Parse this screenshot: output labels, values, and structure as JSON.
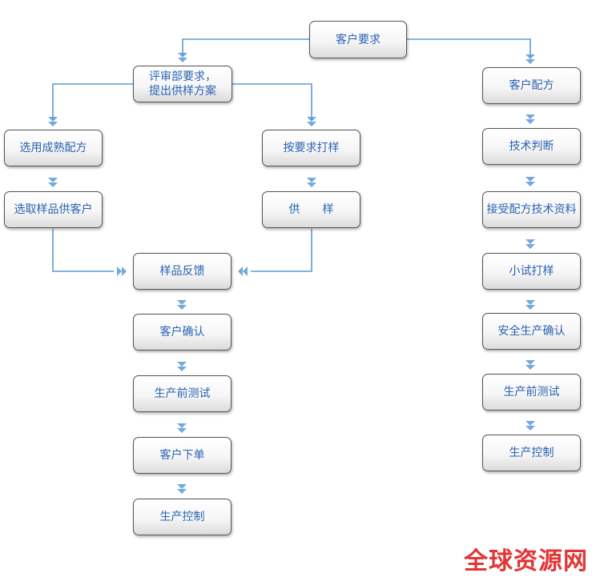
{
  "nodes": {
    "start": "客户要求",
    "review": "评审部要求，\n提出供样方案",
    "select_mature": "选用成熟配方",
    "pick_sample": "选取样品供客户",
    "make_sample": "按要求打样",
    "supply_sample": "供　　样",
    "feedback": "样品反馈",
    "confirm": "客户确认",
    "prod_test_left": "生产前测试",
    "order": "客户下单",
    "control_left": "生产控制",
    "customer_formula": "客户配方",
    "tech_judge": "技术判断",
    "accept_data": "接受配方技术资料",
    "trial": "小试打样",
    "safety_confirm": "安全生产确认",
    "prod_test_right": "生产前测试",
    "control_right": "生产控制"
  },
  "watermark": "全球资源网",
  "colors": {
    "line": "#5b9bd5",
    "text": "#2a62b3",
    "watermark": "#e23636"
  }
}
